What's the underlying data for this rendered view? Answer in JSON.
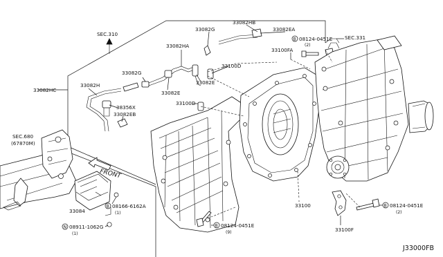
{
  "labels": {
    "sec310": "SEC.310",
    "sec331": "SEC.331",
    "sec680": "SEC.680",
    "sec680_sub": "(67870M)",
    "p33082HB": "33082HB",
    "p33082G_top": "33082G",
    "p33082EA": "33082EA",
    "p33082HA": "33082HA",
    "p33082G_mid": "33082G",
    "p33082HC": "33082HC",
    "p33082H": "33082H",
    "p33082E_left": "33082E",
    "p33082E_mid": "33082E",
    "p38356X": "38356X",
    "p33082EB": "33082EB",
    "p33100D_upper": "33100D",
    "p33100D_lower": "33100D",
    "p33100FA": "33100FA",
    "bolt_top": "08124-0451E",
    "bolt_top_qty": "(2)",
    "bolt_right": "08124-0451E",
    "bolt_right_qty": "(2)",
    "bolt_bottom": "08124-0451E",
    "bolt_bottom_qty": "(9)",
    "bolt_module": "08166-6162A",
    "bolt_module_qty": "(1)",
    "nut_module": "08911-1062G",
    "nut_module_qty": "(1)",
    "p33084": "33084",
    "p33100": "33100",
    "p33100F": "33100F",
    "front": "FRONT",
    "diagram_code": "J33000FB",
    "circle_b": "B",
    "circle_n": "N"
  }
}
